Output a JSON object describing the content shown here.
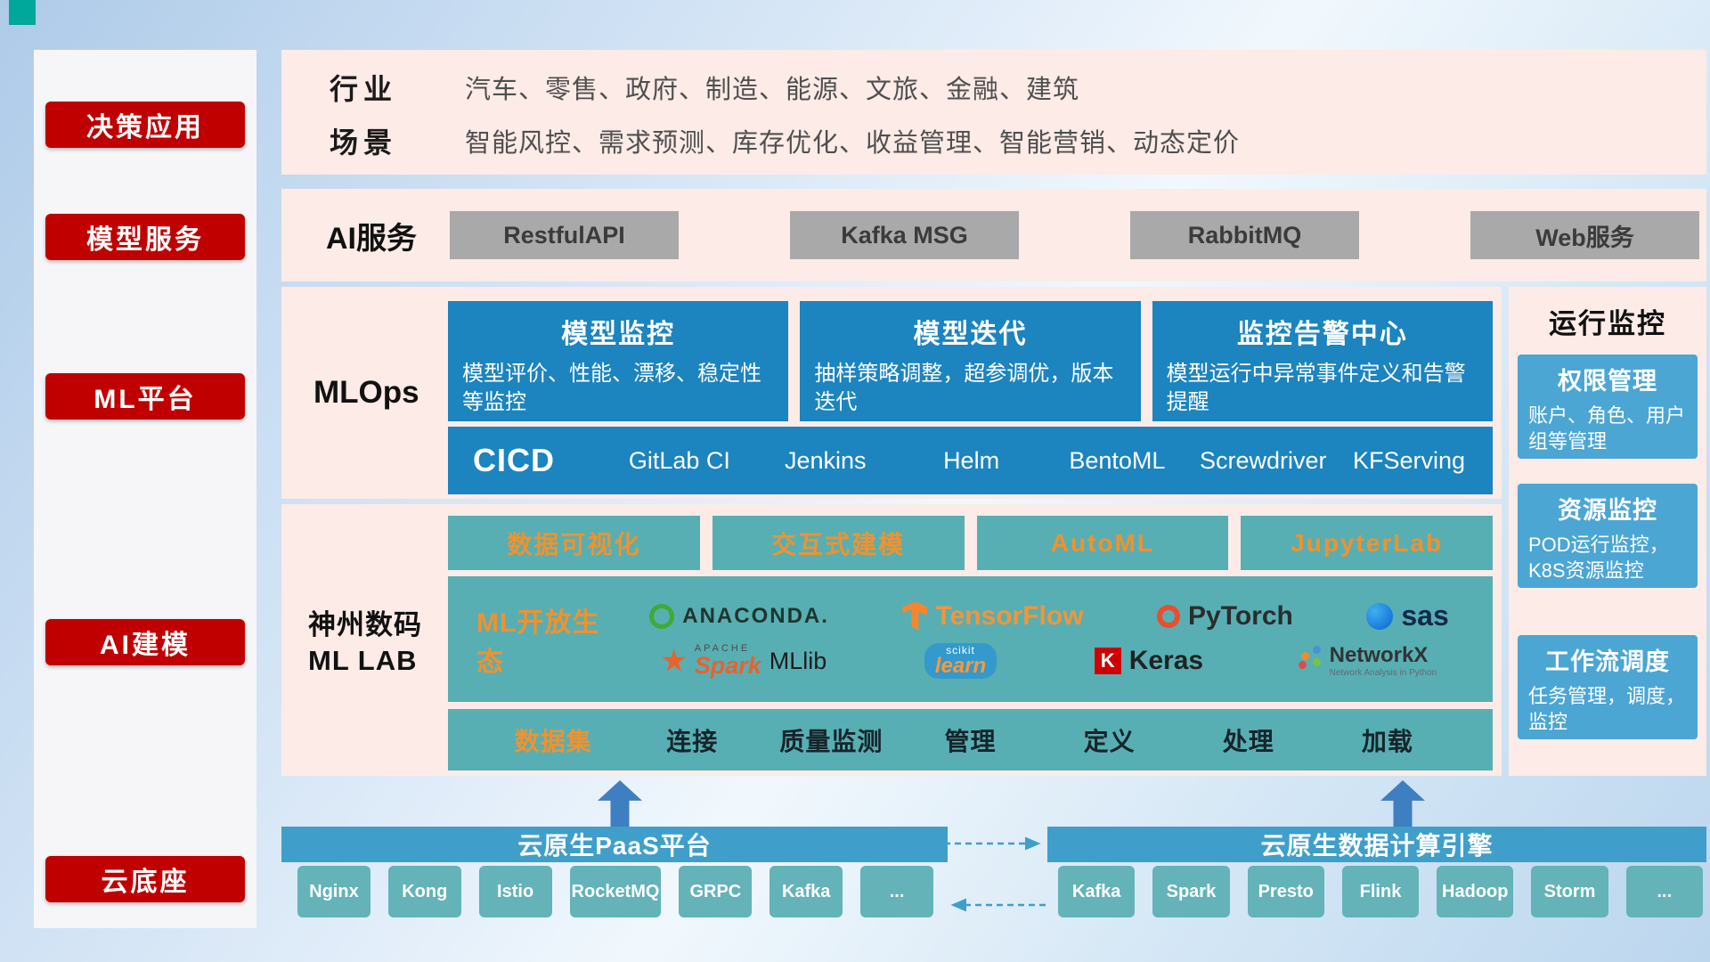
{
  "sidebar": {
    "items": [
      {
        "label": "决策应用"
      },
      {
        "label": "模型服务"
      },
      {
        "label": "ML平台"
      },
      {
        "label": "AI建模"
      },
      {
        "label": "云底座"
      }
    ]
  },
  "industry": {
    "row1_label": "行业",
    "row1_text": "汽车、零售、政府、制造、能源、文旅、金融、建筑",
    "row2_label": "场景",
    "row2_text": "智能风控、需求预测、库存优化、收益管理、智能营销、动态定价"
  },
  "ai_service": {
    "label": "AI服务",
    "buttons": [
      {
        "label": "RestfulAPI"
      },
      {
        "label": "Kafka MSG"
      },
      {
        "label": "RabbitMQ"
      },
      {
        "label": "Web服务"
      }
    ]
  },
  "mlops": {
    "label": "MLOps",
    "cards": [
      {
        "title": "模型监控",
        "desc": "模型评价、性能、漂移、稳定性等监控"
      },
      {
        "title": "模型迭代",
        "desc": "抽样策略调整，超参调优，版本迭代"
      },
      {
        "title": "监控告警中心",
        "desc": "模型运行中异常事件定义和告警提醒"
      }
    ],
    "cicd_label": "CICD",
    "cicd_items": [
      {
        "label": "GitLab CI"
      },
      {
        "label": "Jenkins"
      },
      {
        "label": "Helm"
      },
      {
        "label": "BentoML"
      },
      {
        "label": "Screwdriver"
      },
      {
        "label": "KFServing"
      }
    ]
  },
  "monitor": {
    "title": "运行监控",
    "cards": [
      {
        "title": "权限管理",
        "desc": "账户、角色、用户组等管理"
      },
      {
        "title": "资源监控",
        "desc": "POD运行监控，K8S资源监控"
      },
      {
        "title": "工作流调度",
        "desc": "任务管理，调度，监控"
      }
    ]
  },
  "mllab": {
    "label_line1": "神州数码",
    "label_line2": "ML LAB",
    "tools": [
      {
        "label": "数据可视化"
      },
      {
        "label": "交互式建模"
      },
      {
        "label": "AutoML"
      },
      {
        "label": "JupyterLab"
      }
    ],
    "eco_label": "ML开放生态",
    "logos": {
      "anaconda": "ANACONDA.",
      "tensorflow": "TensorFlow",
      "pytorch": "PyTorch",
      "sas": "sas",
      "apache": "APACHE",
      "spark": "Spark",
      "mllib": "MLlib",
      "scikit": "scikit",
      "learn": "learn",
      "keras_initial": "K",
      "keras": "Keras",
      "networkx": "NetworkX",
      "networkx_caption": "Network Analysis in Python"
    },
    "data_items": [
      {
        "label": "数据集"
      },
      {
        "label": "连接"
      },
      {
        "label": "质量监测"
      },
      {
        "label": "管理"
      },
      {
        "label": "定义"
      },
      {
        "label": "处理"
      },
      {
        "label": "加载"
      }
    ]
  },
  "bottom": {
    "paas_title": "云原生PaaS平台",
    "paas_items": [
      {
        "label": "Nginx"
      },
      {
        "label": "Kong"
      },
      {
        "label": "Istio"
      },
      {
        "label": "RocketMQ"
      },
      {
        "label": "GRPC"
      },
      {
        "label": "Kafka"
      },
      {
        "label": "..."
      }
    ],
    "engine_title": "云原生数据计算引擎",
    "engine_items": [
      {
        "label": "Kafka"
      },
      {
        "label": "Spark"
      },
      {
        "label": "Presto"
      },
      {
        "label": "Flink"
      },
      {
        "label": "Hadoop"
      },
      {
        "label": "Storm"
      },
      {
        "label": "..."
      }
    ]
  },
  "colors": {
    "accent_red": "#c00000",
    "panel_pink": "#fcebe6",
    "card_blue": "#1c84bf",
    "teal": "#57afb3",
    "monitor_blue": "#4ba6d4",
    "accent_orange": "#f0922e",
    "bar_blue": "#3f9fca"
  }
}
